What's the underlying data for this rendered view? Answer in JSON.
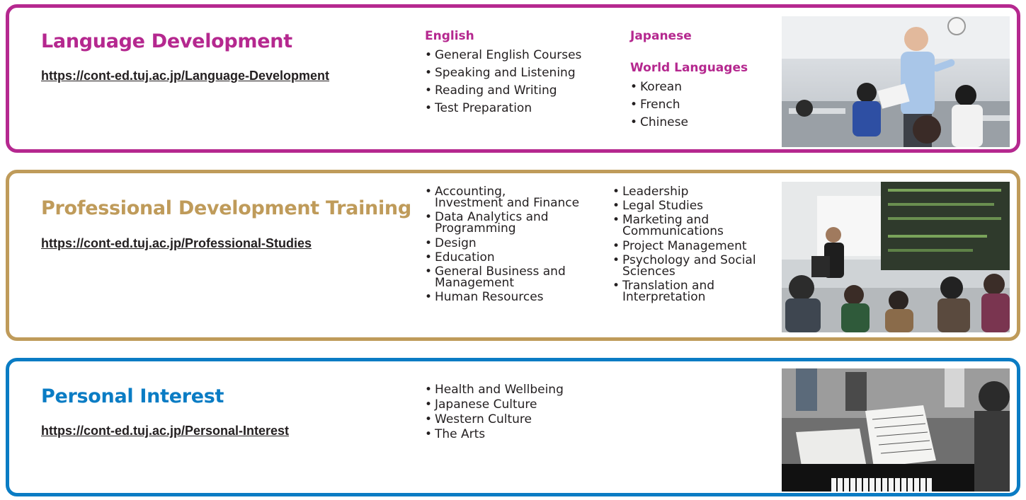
{
  "language": {
    "title": "Language Development",
    "url": "https://cont-ed.tuj.ac.jp/Language-Development",
    "color": "#b5288f",
    "english": {
      "heading": "English",
      "items": [
        "General English Courses",
        "Speaking and Listening",
        "Reading and Writing",
        "Test Preparation"
      ]
    },
    "japanese": {
      "heading": "Japanese"
    },
    "world": {
      "heading": "World Languages",
      "items": [
        "Korean",
        "French",
        "Chinese"
      ]
    }
  },
  "professional": {
    "title": "Professional Development Training",
    "url": "https://cont-ed.tuj.ac.jp/Professional-Studies",
    "color": "#bf9b5a",
    "col1": [
      [
        "Accounting,",
        "Investment and Finance"
      ],
      [
        "Data Analytics and",
        "Programming"
      ],
      [
        "Design"
      ],
      [
        "Education"
      ],
      [
        "General Business and",
        "Management"
      ],
      [
        "Human Resources"
      ]
    ],
    "col2": [
      [
        "Leadership"
      ],
      [
        "Legal Studies"
      ],
      [
        "Marketing and",
        "Communications"
      ],
      [
        "Project Management"
      ],
      [
        "Psychology and Social",
        "Sciences"
      ],
      [
        "Translation and",
        "Interpretation"
      ]
    ]
  },
  "personal": {
    "title": "Personal Interest",
    "url": "https://cont-ed.tuj.ac.jp/Personal-Interest",
    "color": "#0a7cc4",
    "items": [
      "Health and Wellbeing",
      "Japanese Culture",
      "Western Culture",
      "The Arts"
    ]
  }
}
